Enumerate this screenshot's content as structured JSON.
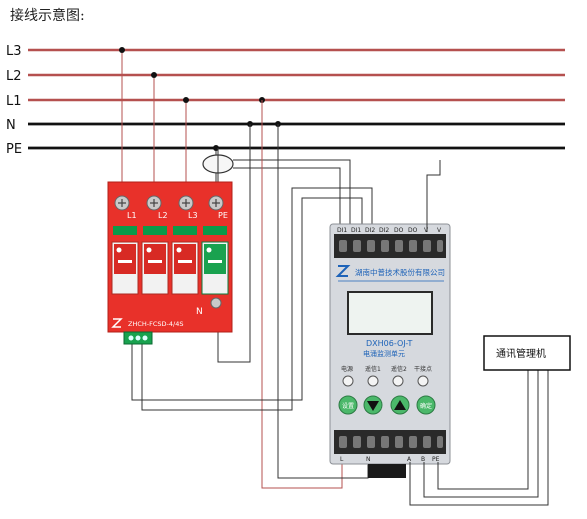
{
  "title": "接线示意图:",
  "lines": {
    "L3": "L3",
    "L2": "L2",
    "L1": "L1",
    "N": "N",
    "PE": "PE"
  },
  "colors": {
    "phase_line": "#b5504f",
    "neutral_line": "#111111",
    "spd_body": "#e8312a",
    "spd_window": "#0a9a4a",
    "monitor_body": "#d6d9de",
    "button_green": "#4bb86a"
  },
  "spd": {
    "poles": [
      "L1",
      "L2",
      "L3",
      "PE"
    ],
    "n_mark": "N",
    "model_text": "ZHCH-FCSD-4/4S"
  },
  "monitor": {
    "top_terminals": [
      "DI1",
      "DI1",
      "DI2",
      "DI2",
      "DO",
      "DO",
      "V",
      "V"
    ],
    "company": "湖南中普技术股份有限公司",
    "model": "DXH06-OJ-T",
    "name": "电涌监测单元",
    "indicators": [
      "电源",
      "遥信1",
      "遥信2",
      "干接点"
    ],
    "buttons": [
      "设置",
      "▼",
      "▲",
      "确定"
    ],
    "bottom_terminals": [
      "L",
      "N",
      "A",
      "B",
      "PE"
    ]
  },
  "comm_box": {
    "label": "通讯管理机"
  },
  "icons": [
    "current-transformer-icon",
    "company-logo-icon",
    "down-arrow-icon",
    "up-arrow-icon"
  ]
}
